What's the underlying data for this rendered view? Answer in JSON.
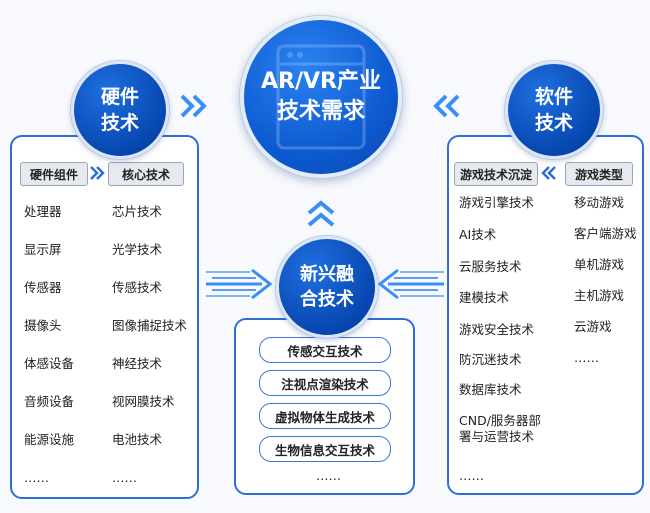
{
  "center": {
    "line1": "AR/VR产业",
    "line2": "技术需求"
  },
  "hardware_circle": {
    "line1": "硬件",
    "line2": "技术"
  },
  "software_circle": {
    "line1": "软件",
    "line2": "技术"
  },
  "fusion_circle": {
    "line1": "新兴融",
    "line2": "合技术"
  },
  "hardware_panel": {
    "col1_header": "硬件组件",
    "col2_header": "核心技术",
    "col1_items": [
      "处理器",
      "显示屏",
      "传感器",
      "摄像头",
      "体感设备",
      "音频设备",
      "能源设施",
      "……"
    ],
    "col2_items": [
      "芯片技术",
      "光学技术",
      "传感技术",
      "图像捕捉技术",
      "神经技术",
      "视网膜技术",
      "电池技术",
      "……"
    ]
  },
  "software_panel": {
    "col1_header": "游戏技术沉淀",
    "col2_header": "游戏类型",
    "col1_items": [
      "游戏引擎技术",
      "AI技术",
      "云服务技术",
      "建模技术",
      "游戏安全技术",
      "防沉迷技术",
      "数据库技术",
      "CND/服务器部",
      "署与运营技术",
      "……"
    ],
    "col2_items": [
      "移动游戏",
      "客户端游戏",
      "单机游戏",
      "主机游戏",
      "云游戏",
      "……"
    ]
  },
  "fusion_panel": {
    "items": [
      "传感交互技术",
      "注视点渲染技术",
      "虚拟物体生成技术",
      "生物信息交互技术",
      "……"
    ]
  },
  "colors": {
    "primary": "#0c58cf",
    "border": "#2d6fd6",
    "arrow": "#3a8ef5"
  }
}
